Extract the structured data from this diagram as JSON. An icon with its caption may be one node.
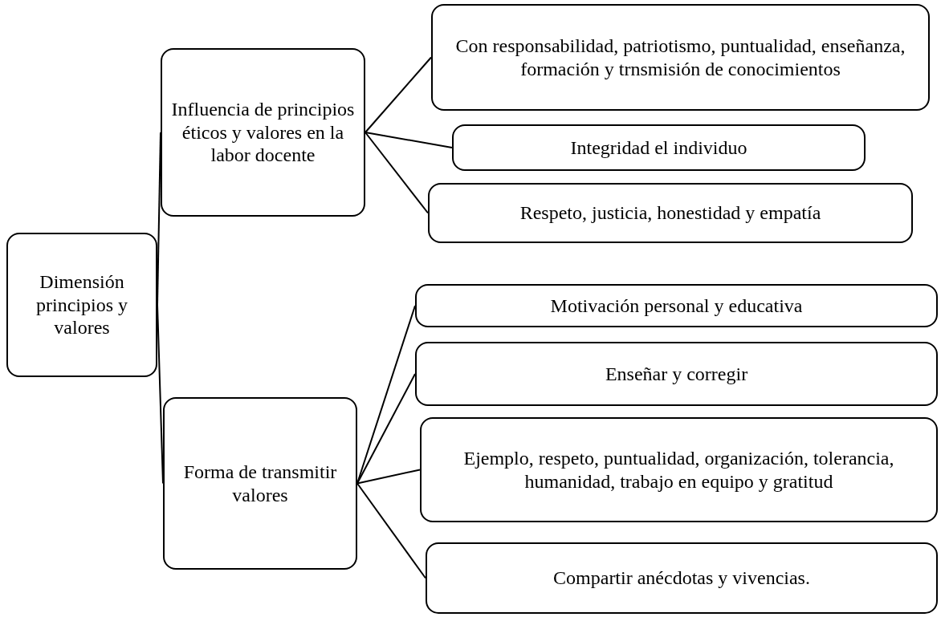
{
  "diagram": {
    "nodes": [
      {
        "text": [
          "Dimensión principios y valores"
        ]
      },
      {
        "text": [
          "Influencia de principios éticos y valores en la labor docente"
        ]
      },
      {
        "text": [
          "Con responsabilidad, patriotismo, puntualidad, enseñanza, formación y trnsmisión de conocimientos"
        ]
      },
      {
        "text": [
          "Integridad el individuo"
        ]
      },
      {
        "text": [
          "Respeto, justicia, honestidad y empatía"
        ]
      },
      {
        "text": [
          "Forma de transmitir valores"
        ]
      },
      {
        "text": [
          "Motivación personal y educativa"
        ]
      },
      {
        "text": [
          "Enseñar y corregir"
        ]
      },
      {
        "text": [
          "Ejemplo, respeto, puntualidad, organización, tolerancia, humanidad, trabajo en equipo y gratitud"
        ]
      },
      {
        "text": [
          "Compartir anécdotas y vivencias."
        ]
      }
    ],
    "edges": [
      {
        "from": 0,
        "to": 1,
        "arrow": "none"
      },
      {
        "from": 0,
        "to": 5,
        "arrow": "none"
      },
      {
        "from": 1,
        "to": 2,
        "arrow": "none"
      },
      {
        "from": 1,
        "to": 3,
        "arrow": "none"
      },
      {
        "from": 1,
        "to": 4,
        "arrow": "none"
      },
      {
        "from": 5,
        "to": 6,
        "arrow": "none"
      },
      {
        "from": 5,
        "to": 7,
        "arrow": "none"
      },
      {
        "from": 5,
        "to": 8,
        "arrow": "none"
      },
      {
        "from": 5,
        "to": 9,
        "arrow": "none"
      }
    ]
  }
}
